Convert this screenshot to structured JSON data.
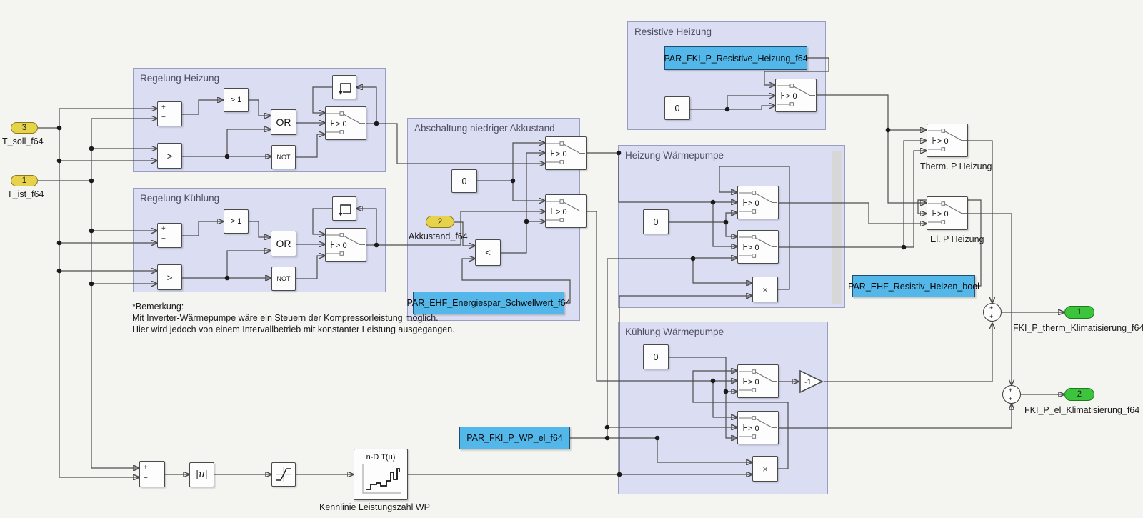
{
  "ports": {
    "t_soll": {
      "num": "3",
      "label": "T_soll_f64"
    },
    "t_ist": {
      "num": "1",
      "label": "T_ist_f64"
    },
    "akkustand": {
      "num": "2",
      "label": "Akkustand_f64"
    },
    "out_therm": {
      "num": "1",
      "label": "FKI_P_therm_Klimatisierung_f64"
    },
    "out_el": {
      "num": "2",
      "label": "FKI_P_el_Klimatisierung_f64"
    }
  },
  "areas": {
    "regelung_heizung": "Regelung Heizung",
    "regelung_kuehlung": "Regelung Kühlung",
    "abschaltung": "Abschaltung niedriger Akkustand",
    "resistive_heizung": "Resistive Heizung",
    "heizung_wp": "Heizung Wärmepumpe",
    "kuehlung_wp": "Kühlung Wärmepumpe"
  },
  "params": {
    "resistive": "PAR_FKI_P_Resistive_Heizung_f64",
    "energiespar": "PAR_EHF_Energiespar_Schwellwert_f64",
    "resistiv_bool": "PAR_EHF_Resistiv_Heizen_bool",
    "wp_el": "PAR_FKI_P_WP_el_f64"
  },
  "ops": {
    "sum_plus": "+",
    "sum_minus": "−",
    "gt1": "> 1",
    "gt": ">",
    "lt": "<",
    "or": "OR",
    "not": "NOT",
    "switch": "> 0",
    "zero": "0",
    "abs": "|u|",
    "gain": "-1",
    "product": "×",
    "lookup": "n-D T(u)"
  },
  "labels": {
    "therm_switch": "Therm. P Heizung",
    "el_switch": "El. P Heizung",
    "lookup_caption": "Kennlinie Leistungszahl WP"
  },
  "note": {
    "line1": "*Bemerkung:",
    "line2": "Mit Inverter-Wärmepumpe wäre ein Steuern der Kompressorleistung möglich.",
    "line3": "Hier wird jedoch von einem Intervallbetrieb mit konstanter Leistung ausgegangen."
  },
  "colors": {
    "param_fill": "#53b7ea",
    "port_in_fill": "#e7d24b",
    "port_out_fill": "#3dc43d",
    "area_fill": "#dbddf3",
    "wire": "#4d4d4d",
    "canvas": "#f4f4f1"
  }
}
